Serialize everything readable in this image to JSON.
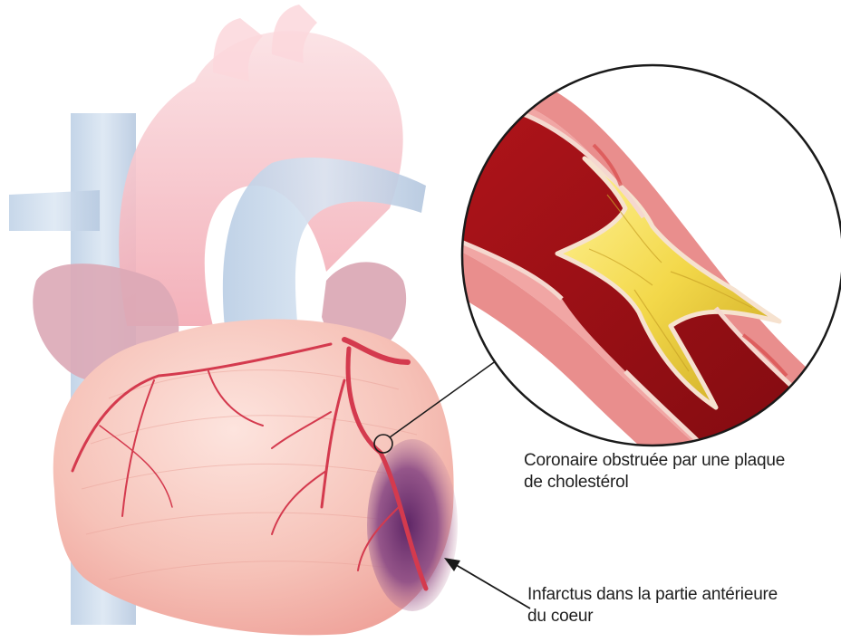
{
  "labels": {
    "occluded_artery": {
      "line1": "Coronaire obstruée par une plaque",
      "line2": "de cholestérol"
    },
    "infarct": {
      "line1": "Infarctus dans la partie antérieure",
      "line2": "du coeur"
    }
  },
  "colors": {
    "background": "#ffffff",
    "vein_blue": "#c9d8ea",
    "heart_pink": "#f3b8b0",
    "atrium_mauve": "#d7a9b3",
    "artery_red": "#d8374d",
    "blood_dark_red": "#9b0f14",
    "plaque_yellow": "#f2d64a",
    "infarct_purple": "#7d3b7c",
    "vessel_wall": "#e37d7d",
    "line_black": "#1a1a1a"
  },
  "icons": {
    "magnifier": "circle-callout",
    "pointer": "arrow"
  }
}
